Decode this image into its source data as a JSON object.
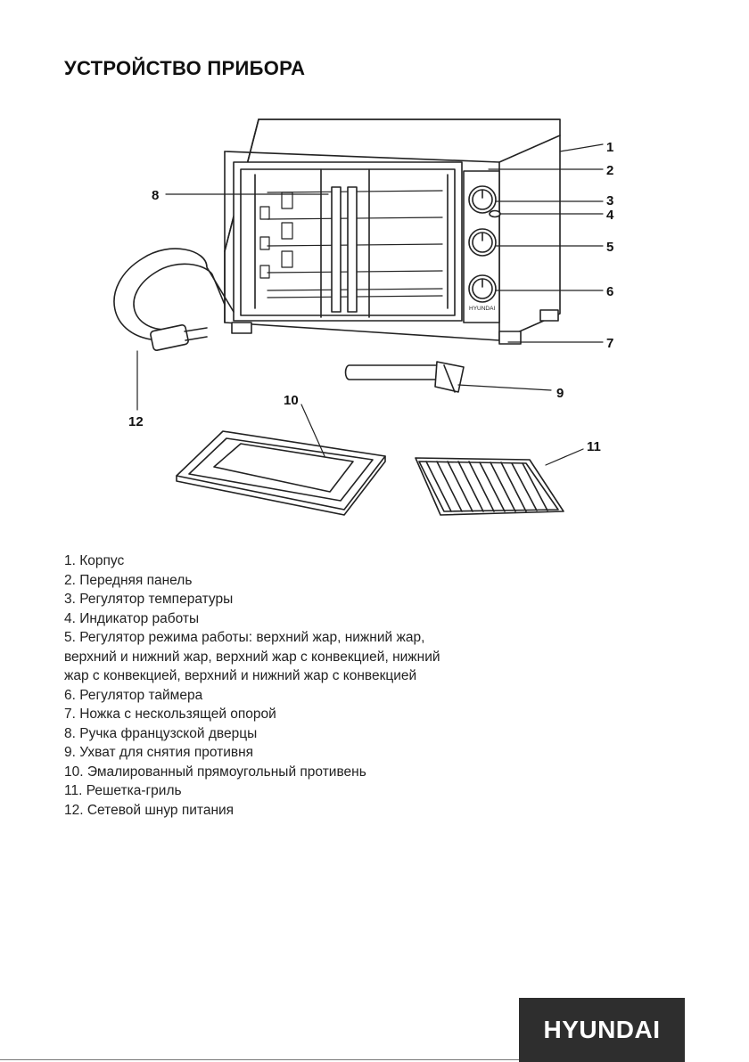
{
  "page": {
    "heading": "УСТРОЙСТВО ПРИБОРА",
    "brand": "HYUNDAI"
  },
  "diagram": {
    "panel_brand": "HYUNDAI",
    "callouts": [
      "1",
      "2",
      "3",
      "4",
      "5",
      "6",
      "7",
      "8",
      "9",
      "10",
      "11",
      "12"
    ]
  },
  "parts": [
    "1. Корпус",
    "2. Передняя панель",
    "3. Регулятор температуры",
    "4. Индикатор работы",
    "5. Регулятор режима работы: верхний жар, нижний жар, верхний и нижний жар, верхний жар с конвекцией, нижний жар с конвекцией, верхний и нижний жар с конвекцией",
    "6. Регулятор таймера",
    "7. Ножка с нескользящей опорой",
    "8. Ручка французской дверцы",
    "9. Ухват для снятия противня",
    "10. Эмалированный прямоугольный противень",
    "11. Решетка-гриль",
    "12. Сетевой шнур питания"
  ]
}
